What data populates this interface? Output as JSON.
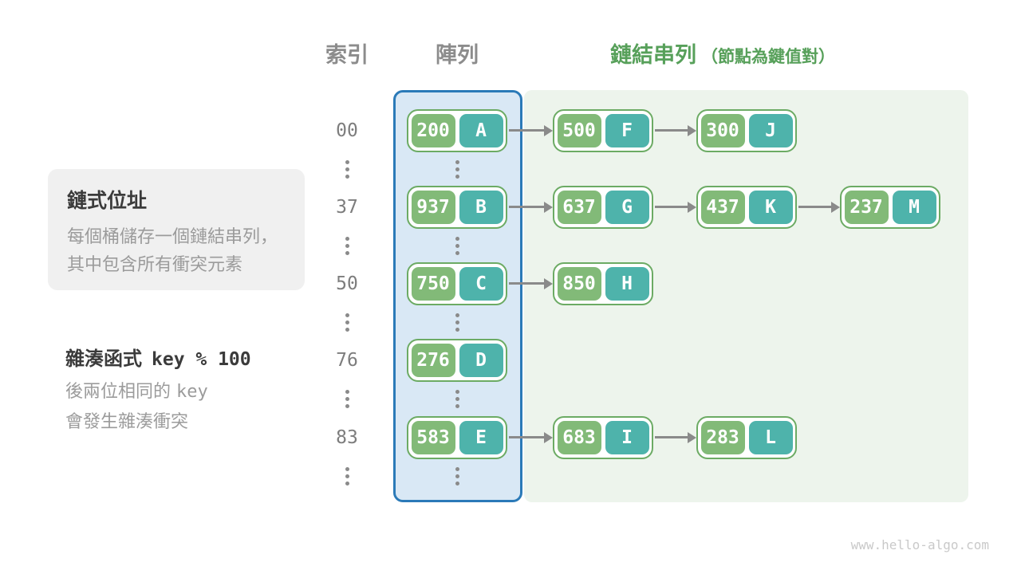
{
  "headers": {
    "index": "索引",
    "array": "陣列",
    "linked_list": "鏈結串列",
    "linked_list_note": "（節點為鍵值對）"
  },
  "info_box": {
    "title": "鏈式位址",
    "line1": "每個桶儲存一個鏈結串列，",
    "line2": "其中包含所有衝突元素"
  },
  "hash_note": {
    "label": "雜湊函式",
    "formula": "key % 100",
    "desc1_text": "後兩位相同的",
    "desc1_code": "key",
    "desc2": "會發生雜湊衝突"
  },
  "rows": [
    {
      "index": "00",
      "bucket": {
        "key": "200",
        "value": "A"
      },
      "chain": [
        {
          "key": "500",
          "value": "F"
        },
        {
          "key": "300",
          "value": "J"
        }
      ]
    },
    {
      "index": "37",
      "bucket": {
        "key": "937",
        "value": "B"
      },
      "chain": [
        {
          "key": "637",
          "value": "G"
        },
        {
          "key": "437",
          "value": "K"
        },
        {
          "key": "237",
          "value": "M"
        }
      ]
    },
    {
      "index": "50",
      "bucket": {
        "key": "750",
        "value": "C"
      },
      "chain": [
        {
          "key": "850",
          "value": "H"
        }
      ]
    },
    {
      "index": "76",
      "bucket": {
        "key": "276",
        "value": "D"
      },
      "chain": []
    },
    {
      "index": "83",
      "bucket": {
        "key": "583",
        "value": "E"
      },
      "chain": [
        {
          "key": "683",
          "value": "I"
        },
        {
          "key": "283",
          "value": "L"
        }
      ]
    }
  ],
  "watermark": "www.hello-algo.com",
  "colors": {
    "array_border": "#2b7ab8",
    "array_fill": "#d9e8f5",
    "list_region_fill": "#edf4ec",
    "node_border": "#6cab64",
    "key_fill": "#82ba78",
    "value_fill": "#4eb3ab",
    "heading_green": "#57a05a",
    "arrow_gray": "#8a8a8a",
    "info_box_fill": "#f0f0f0"
  }
}
